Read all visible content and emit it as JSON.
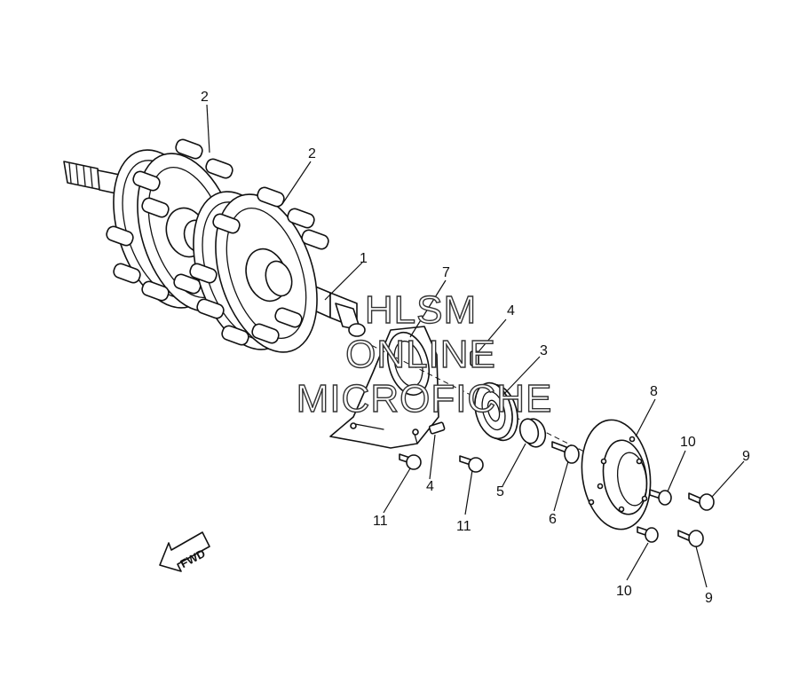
{
  "callouts": {
    "c1": "1",
    "c2a": "2",
    "c2b": "2",
    "c3": "3",
    "c4a": "4",
    "c4b": "4",
    "c5": "5",
    "c6": "6",
    "c7": "7",
    "c8": "8",
    "c9a": "9",
    "c9b": "9",
    "c10a": "10",
    "c10b": "10",
    "c11a": "11",
    "c11b": "11"
  },
  "watermark": {
    "line1": "HLSM",
    "line2": "ONLINE",
    "line3": "MICROFICHE"
  },
  "fwd_label": "FWD"
}
